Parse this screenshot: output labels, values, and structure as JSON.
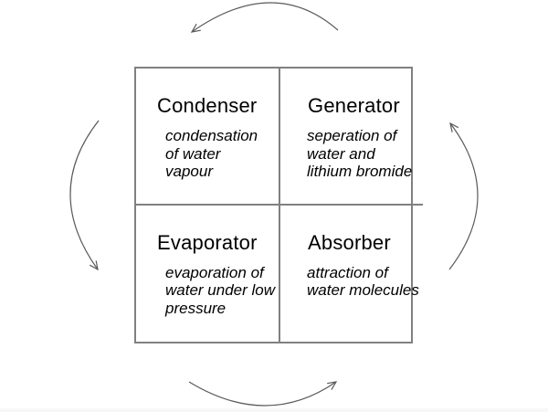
{
  "diagram": {
    "type": "cycle-quadrant-diagram",
    "subject": "absorption refrigeration cycle",
    "cycle_direction": "counterclockwise",
    "quadrants": [
      {
        "id": "condenser",
        "title": "Condenser",
        "description": "condensation\nof water\nvapour"
      },
      {
        "id": "generator",
        "title": "Generator",
        "description": "seperation of\nwater and\nlithium bromide"
      },
      {
        "id": "evaporator",
        "title": "Evaporator",
        "description": "evaporation of\nwater under low\npressure"
      },
      {
        "id": "absorber",
        "title": "Absorber",
        "description": "attraction of\nwater molecules"
      }
    ],
    "arrows": [
      {
        "position": "top",
        "direction": "right-to-left"
      },
      {
        "position": "left",
        "direction": "top-to-bottom"
      },
      {
        "position": "bottom",
        "direction": "left-to-right"
      },
      {
        "position": "right",
        "direction": "bottom-to-top"
      }
    ],
    "colors": {
      "grid_line": "#808080",
      "arrow": "#5a5a5a",
      "text": "#000000",
      "background": "#ffffff"
    }
  }
}
